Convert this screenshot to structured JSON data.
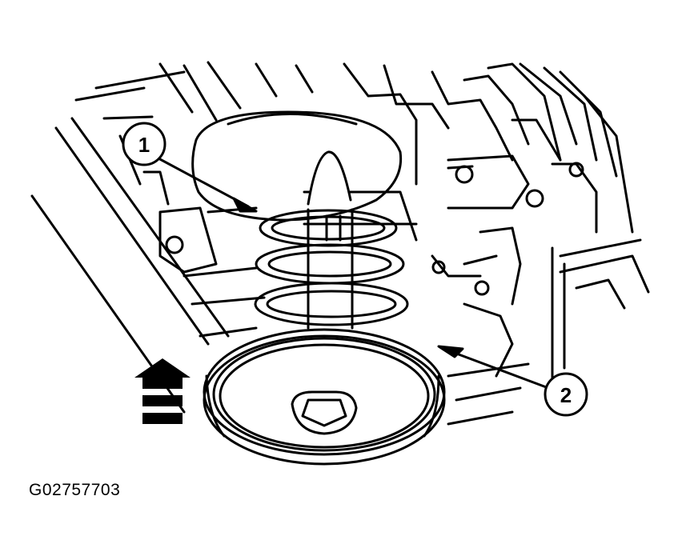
{
  "figure": {
    "id": "G02757703",
    "callouts": [
      {
        "label": "1",
        "name": "spring-retainer-callout"
      },
      {
        "label": "2",
        "name": "cover-plate-callout"
      }
    ],
    "colors": {
      "line": "#000000",
      "background": "#ffffff"
    },
    "icons": [
      "up-arrow-icon"
    ]
  }
}
